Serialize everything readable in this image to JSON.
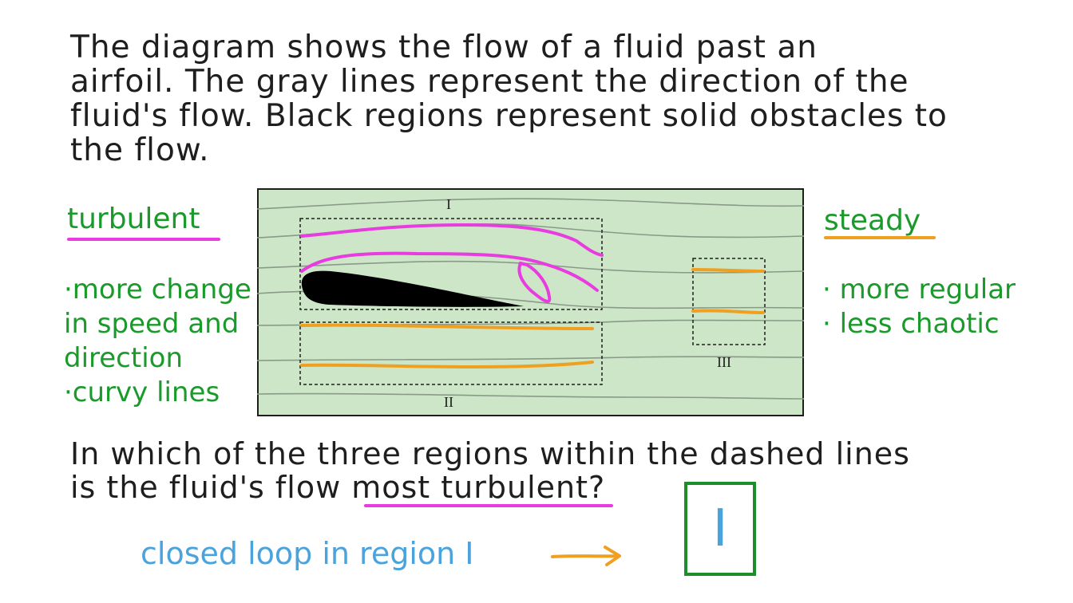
{
  "question": {
    "lines": [
      "The diagram shows the flow of a fluid past an",
      "airfoil.  The gray lines represent the direction of the",
      "fluid's flow. Black regions represent solid obstacles to",
      "the flow."
    ]
  },
  "diagram": {
    "region_labels": [
      "I",
      "II",
      "III"
    ],
    "colors": {
      "background": "#cde6c8",
      "flow_lines": "#8a9a88",
      "obstacle": "#000000",
      "turbulent_highlight": "#e83ce0",
      "steady_highlight": "#f0a020"
    }
  },
  "turbulent_note": {
    "heading": "turbulent",
    "lines": [
      "·more change",
      " in speed and",
      "direction",
      "·curvy lines"
    ]
  },
  "steady_note": {
    "heading": "steady",
    "lines": [
      "· more regular",
      "· less chaotic"
    ]
  },
  "prompt": {
    "lines": [
      "In which of the three regions within the dashed lines",
      "is the fluid's flow most turbulent?"
    ]
  },
  "explanation": "closed loop in region I",
  "answer": "I"
}
